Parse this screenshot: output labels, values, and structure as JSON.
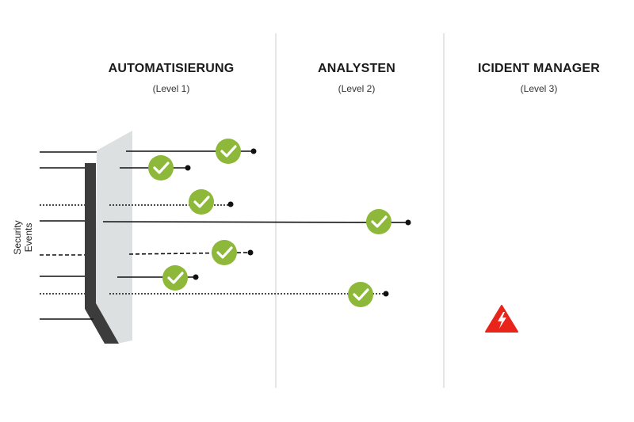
{
  "columns": [
    {
      "title": "AUTOMATISIERUNG",
      "level": "(Level 1)"
    },
    {
      "title": "ANALYSTEN",
      "level": "(Level 2)"
    },
    {
      "title": "ICIDENT MANAGER",
      "level": "(Level 3)"
    }
  ],
  "side_label": "Security Events",
  "colors": {
    "check": "#8db83a",
    "alert": "#e8241b",
    "filter_dark": "#3c3c3c",
    "filter_light": "#dde0e0",
    "divider": "#cccccc",
    "line": "#111111"
  },
  "icons": {
    "resolved": "check-circle-icon",
    "escalated": "warning-lightning-icon"
  }
}
